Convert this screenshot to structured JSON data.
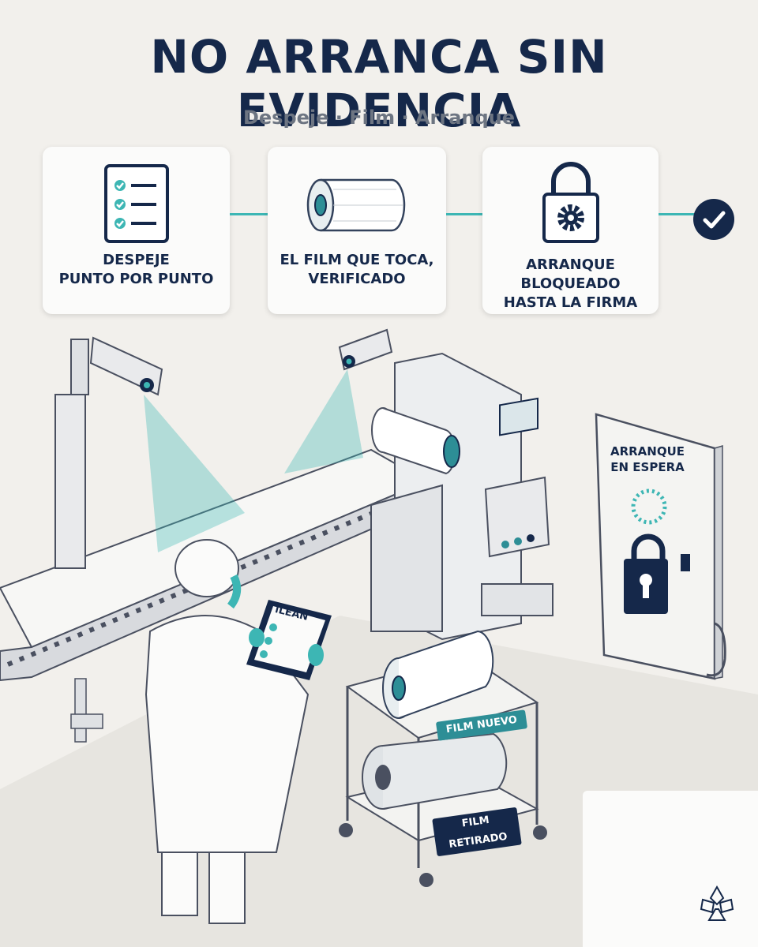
{
  "header": {
    "title": "NO ARRANCA SIN EVIDENCIA",
    "subtitle": "Despeje · Film · Arranque"
  },
  "steps": [
    {
      "label": "DESPEJE\nPUNTO POR PUNTO",
      "icon": "checklist-icon"
    },
    {
      "label": "EL FILM QUE TOCA,\nVERIFICADO",
      "icon": "film-roll-icon"
    },
    {
      "label": "ARRANQUE\nBLOQUEADO\nHASTA LA FIRMA",
      "icon": "padlock-gear-icon"
    }
  ],
  "final_icon": "check-circle-icon",
  "scene": {
    "tablet_brand": "iLEAN",
    "status_panel": "ARRANQUE\nEN ESPERA",
    "cart_top_tag": "FILM NUEVO",
    "cart_bottom_tag": "FILM RETIRADO"
  },
  "colors": {
    "navy": "#15284a",
    "teal": "#3db6b4",
    "background": "#f2f0ec",
    "gray_text": "#6d7582"
  }
}
